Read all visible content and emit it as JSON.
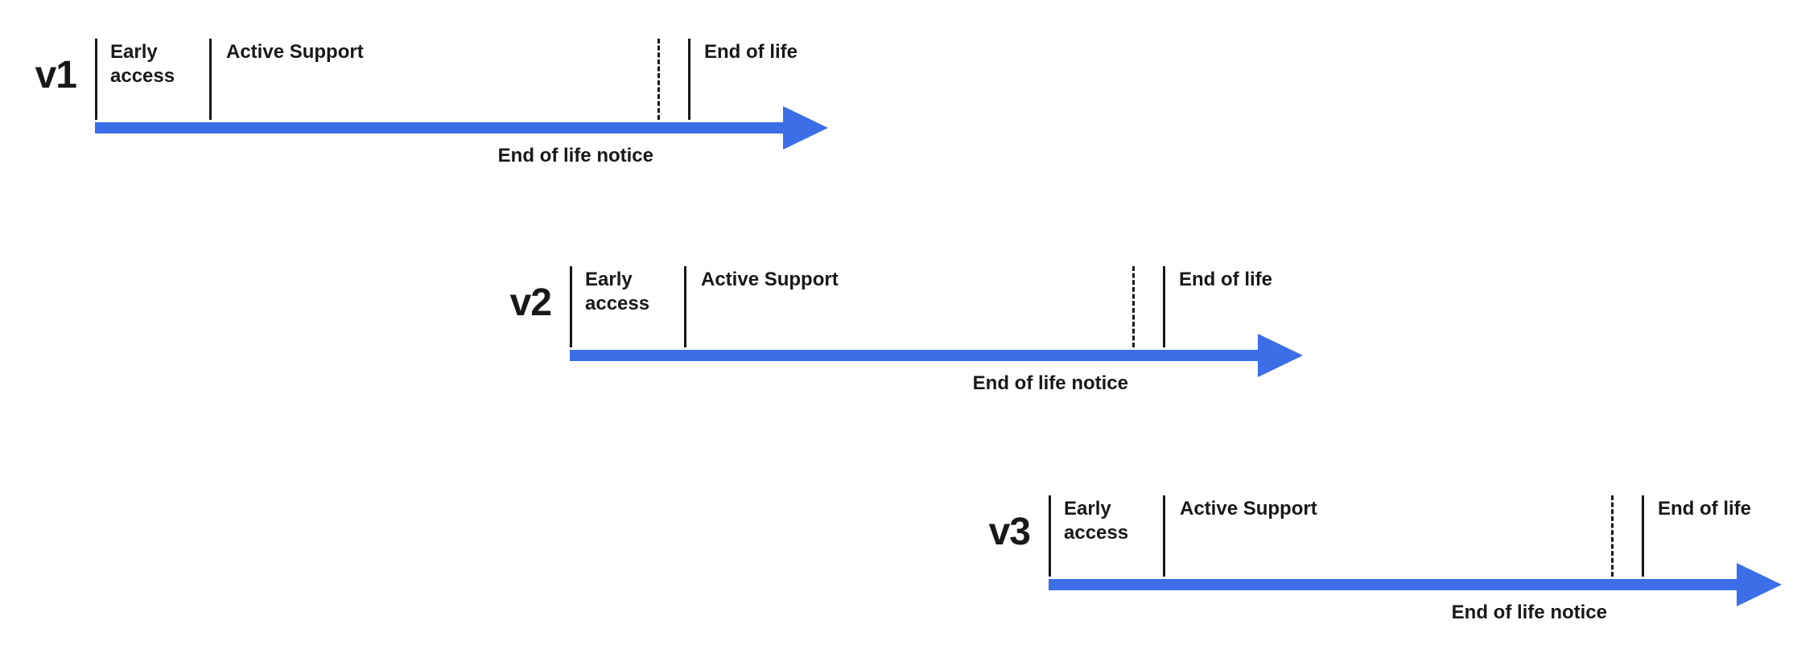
{
  "colors": {
    "accent": "#3b6ee7",
    "ink": "#181818"
  },
  "timelines": [
    {
      "version": "v1",
      "early_access": "Early access",
      "active_support": "Active Support",
      "end_of_life": "End of life",
      "end_of_life_notice": "End of life notice"
    },
    {
      "version": "v2",
      "early_access": "Early access",
      "active_support": "Active Support",
      "end_of_life": "End of life",
      "end_of_life_notice": "End of life notice"
    },
    {
      "version": "v3",
      "early_access": "Early access",
      "active_support": "Active Support",
      "end_of_life": "End of life",
      "end_of_life_notice": "End of life notice"
    }
  ]
}
